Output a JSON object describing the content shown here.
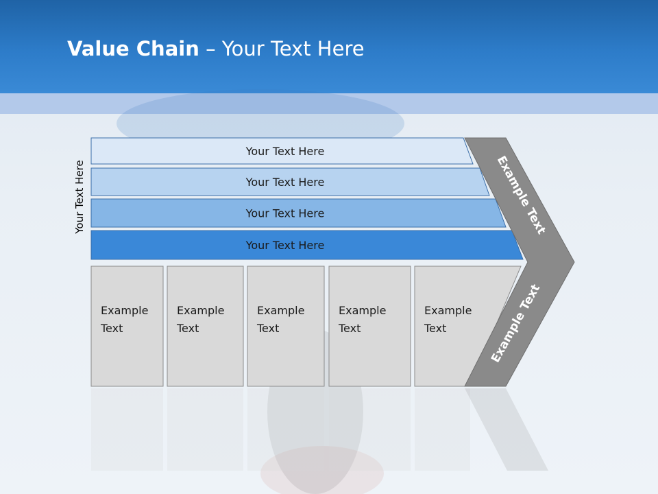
{
  "title": {
    "bold": "Value Chain",
    "rest": " – Your Text Here"
  },
  "side_label": "Your Text Here",
  "bars": [
    {
      "label": "Your Text Here",
      "fill": "#dbe8f7"
    },
    {
      "label": "Your Text Here",
      "fill": "#b7d3f0"
    },
    {
      "label": "Your Text Here",
      "fill": "#86b6e6"
    },
    {
      "label": "Your Text Here",
      "fill": "#3a88d8"
    }
  ],
  "boxes": [
    {
      "line1": "Example",
      "line2": "Text"
    },
    {
      "line1": "Example",
      "line2": "Text"
    },
    {
      "line1": "Example",
      "line2": "Text"
    },
    {
      "line1": "Example",
      "line2": "Text"
    },
    {
      "line1": "Example",
      "line2": "Text"
    }
  ],
  "chevron": {
    "upper": "Example Text",
    "lower": "Example Text",
    "fill": "#8a8a8a"
  },
  "colors": {
    "header": "#2d7cc9",
    "box_fill": "#d9d9d9",
    "box_stroke": "#8c8c8c",
    "bar_stroke": "#3b6ea8"
  }
}
